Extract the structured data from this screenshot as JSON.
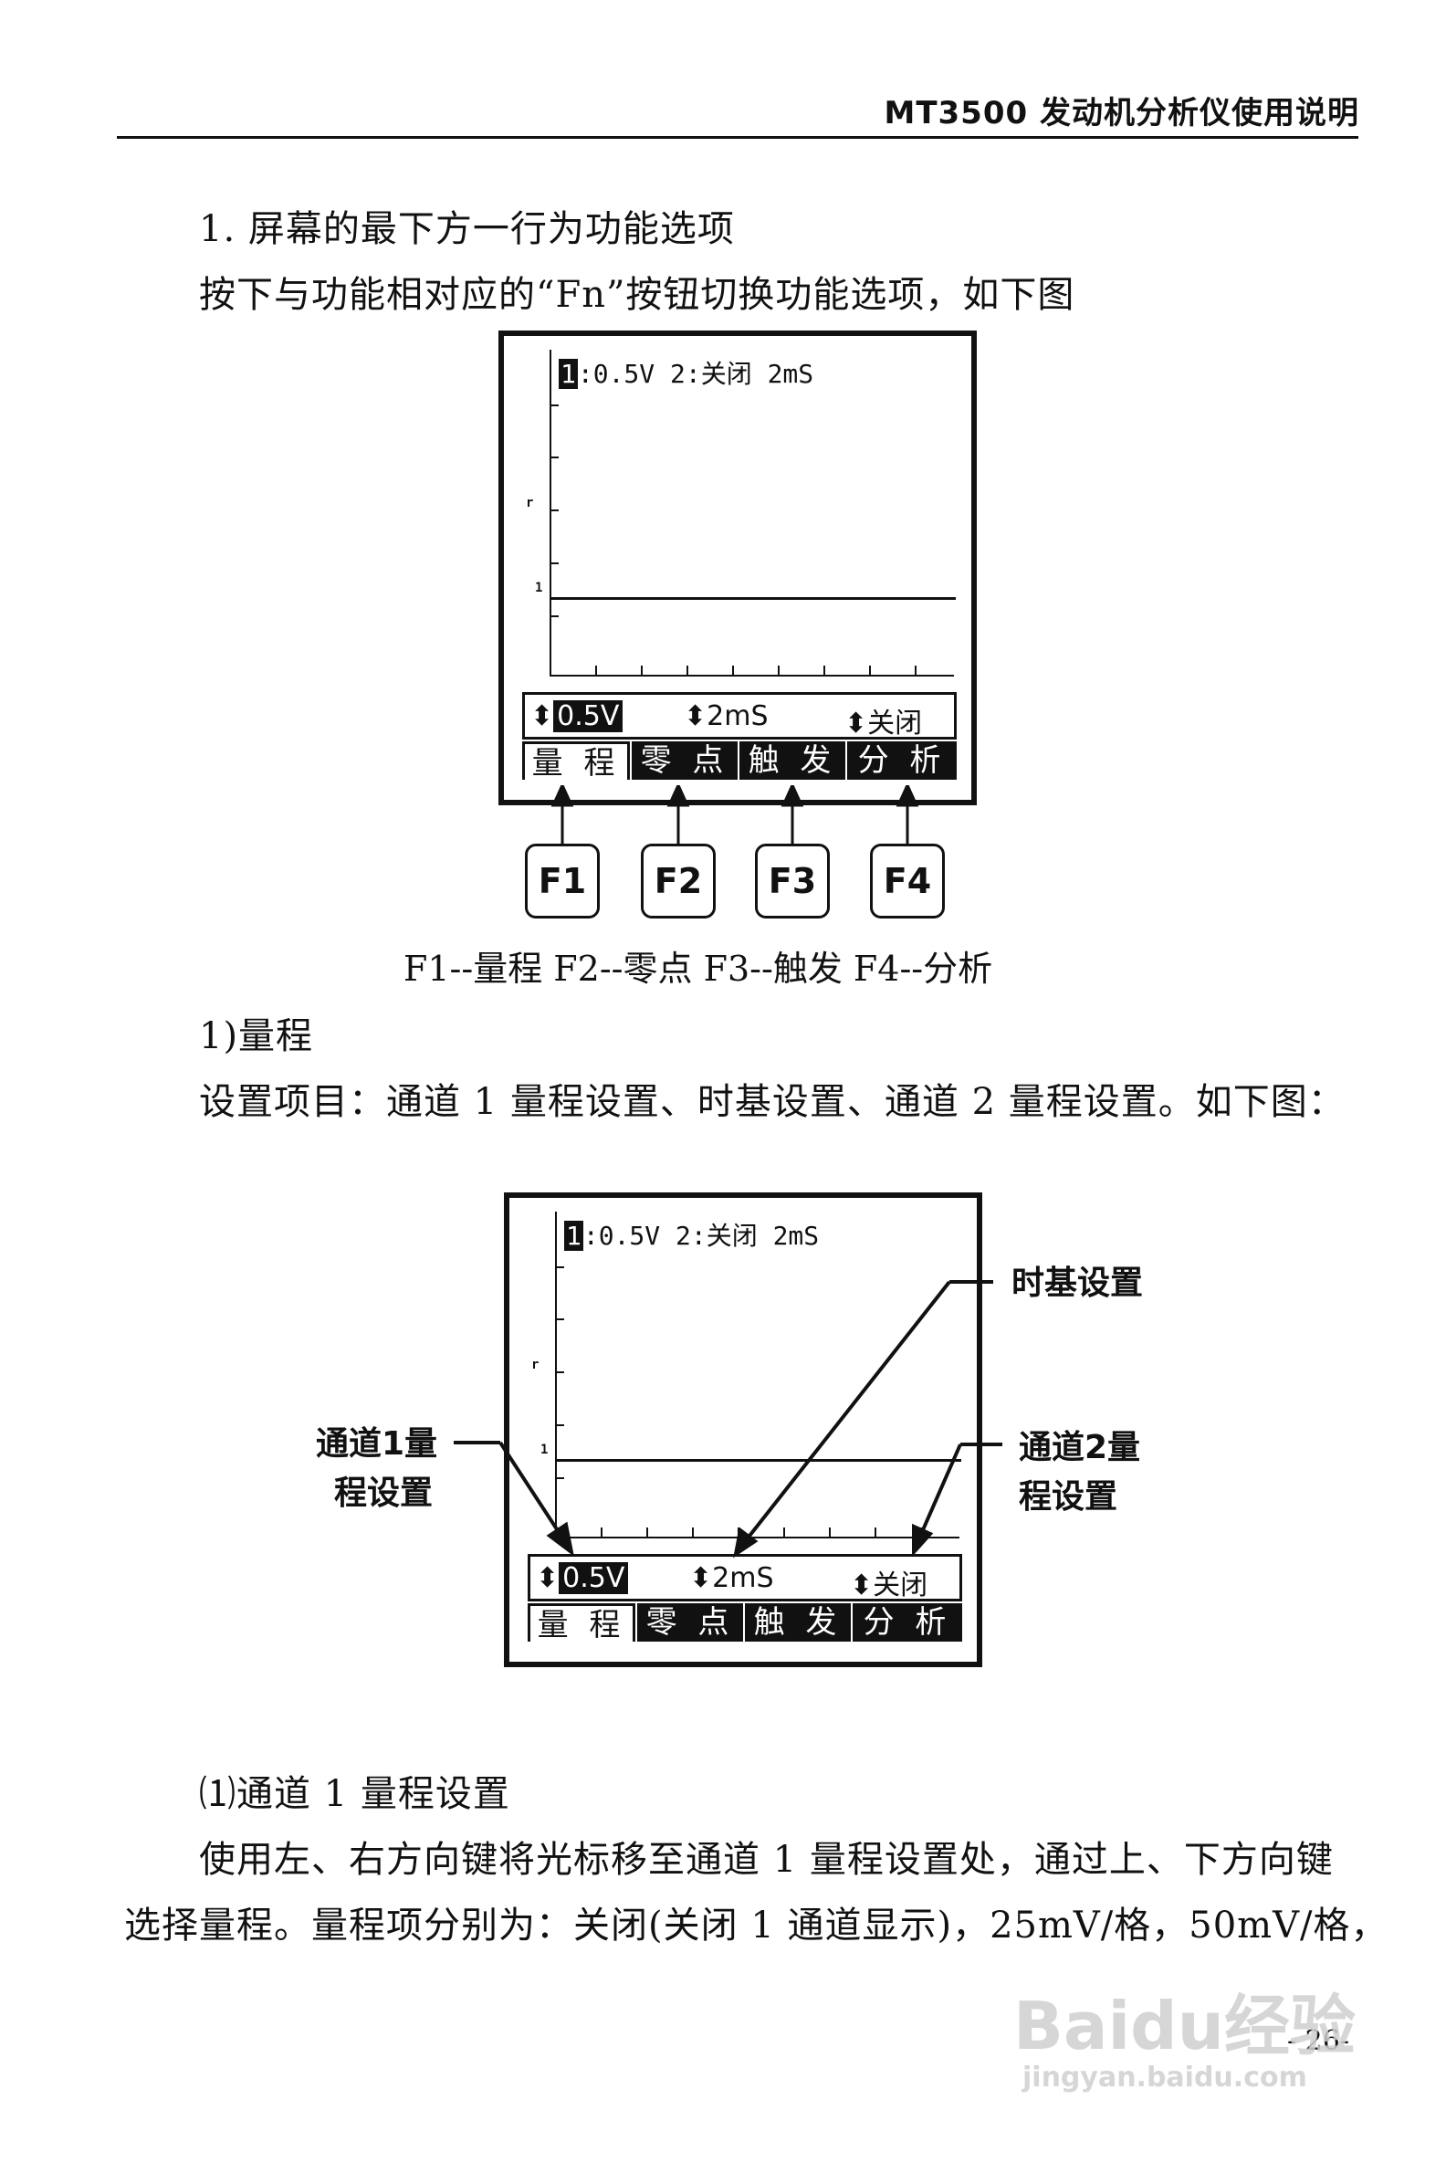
{
  "header": {
    "title": "MT3500 发动机分析仪使用说明"
  },
  "section1": {
    "heading": "1. 屏幕的最下方一行为功能选项",
    "intro": "按下与功能相对应的“Fn”按钮切换功能选项，如下图"
  },
  "screen": {
    "status_ch1_index": "1",
    "status_rest": ":0.5V 2:关闭 2mS",
    "params": {
      "ch1": "0.5V",
      "timebase": "2mS",
      "ch2": "关闭"
    },
    "tabs": [
      "量 程",
      "零 点",
      "触 发",
      "分 析"
    ],
    "marker_top": "r",
    "marker_ch": "1"
  },
  "fkeys": [
    "F1",
    "F2",
    "F3",
    "F4"
  ],
  "fkeys_caption": "F1--量程 F2--零点 F3--触发 F4--分析",
  "subsection_range": {
    "title": "1)量程",
    "desc": "设置项目：通道 1 量程设置、时基设置、通道 2 量程设置。如下图："
  },
  "callouts": {
    "timebase": "时基设置",
    "ch1_line1": "通道1量",
    "ch1_line2": "程设置",
    "ch2_line1": "通道2量",
    "ch2_line2": "程设置"
  },
  "ch1_range": {
    "title": "⑴通道 1 量程设置",
    "line1": "使用左、右方向键将光标移至通道 1 量程设置处，通过上、下方向键",
    "line2": "选择量程。量程项分别为：关闭(关闭 1 通道显示)，25mV/格，50mV/格，"
  },
  "footer": {
    "page": "- 26-"
  },
  "watermark": {
    "brand": "Baidu经验",
    "url": "jingyan.baidu.com"
  }
}
